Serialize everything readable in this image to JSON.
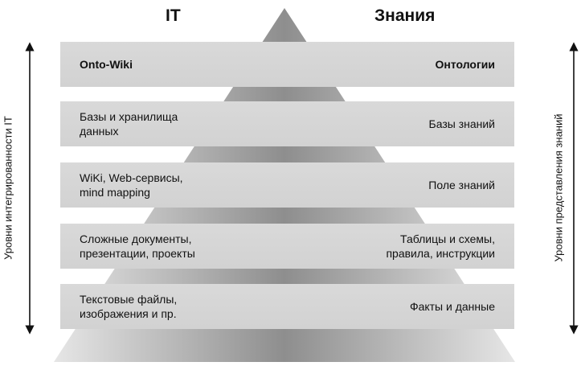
{
  "headings": {
    "left": "IT",
    "right": "Знания"
  },
  "axis_labels": {
    "left": "Уровни интегрированности IT",
    "right": "Уровни представления знаний"
  },
  "levels": [
    {
      "left": "Onto-Wiki",
      "right": "Онтологии",
      "bold": true
    },
    {
      "left": "Базы и хранилища\nданных",
      "right": "Базы знаний",
      "bold": false
    },
    {
      "left": "WiKi, Web-сервисы,\nmind mapping",
      "right": "Поле знаний",
      "bold": false
    },
    {
      "left": "Сложные документы,\nпрезентации, проекты",
      "right": "Таблицы и схемы,\nправила, инструкции",
      "bold": false
    },
    {
      "left": "Текстовые файлы,\nизображения и пр.",
      "right": "Факты и данные",
      "bold": false
    }
  ]
}
